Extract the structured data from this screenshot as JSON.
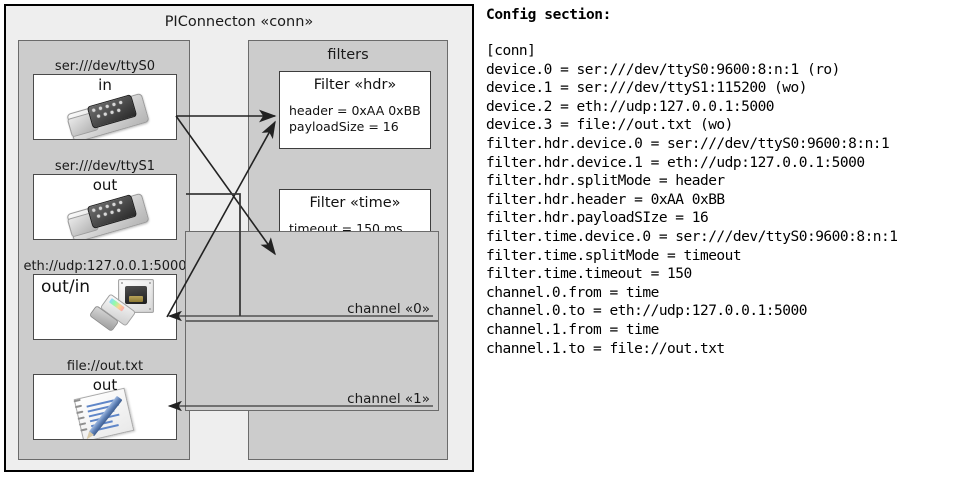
{
  "diagram": {
    "outer": {
      "title": "PIConnecton «conn»"
    },
    "devices_panel": {
      "groups": [
        {
          "label": "ser:///dev/ttyS0",
          "io": "in",
          "icon": "serial-db9-icon"
        },
        {
          "label": "ser:///dev/ttyS1",
          "io": "out",
          "icon": "serial-db9-icon"
        },
        {
          "label": "eth://udp:127.0.0.1:5000",
          "io": "out/in",
          "icon": "ethernet-rj45-icon"
        },
        {
          "label": "file://out.txt",
          "io": "out",
          "icon": "notepad-pencil-icon"
        }
      ]
    },
    "filters_panel": {
      "title": "filters",
      "filters": [
        {
          "title": "Filter «hdr»",
          "props": [
            "header = 0xAA 0xBB",
            "payloadSize = 16"
          ]
        },
        {
          "title": "Filter «time»",
          "props": [
            "timeout = 150 ms"
          ]
        }
      ],
      "channels": [
        {
          "label": "channel «0»"
        },
        {
          "label": "channel «1»"
        }
      ]
    }
  },
  "config": {
    "header": "Config section:",
    "lines": [
      "[conn]",
      "device.0 = ser:///dev/ttyS0:9600:8:n:1 (ro)",
      "device.1 = ser:///dev/ttyS1:115200 (wo)",
      "device.2 = eth://udp:127.0.0.1:5000",
      "device.3 = file://out.txt (wo)",
      "filter.hdr.device.0 = ser:///dev/ttyS0:9600:8:n:1",
      "filter.hdr.device.1 = eth://udp:127.0.0.1:5000",
      "filter.hdr.splitMode = header",
      "filter.hdr.header = 0xAA 0xBB",
      "filter.hdr.payloadSIze = 16",
      "filter.time.device.0 = ser:///dev/ttyS0:9600:8:n:1",
      "filter.time.splitMode = timeout",
      "filter.time.timeout = 150",
      "channel.0.from = time",
      "channel.0.to = eth://udp:127.0.0.1:5000",
      "channel.1.from = time",
      "channel.1.to = file://out.txt"
    ]
  },
  "colors": {
    "page_bg": "#ffffff",
    "outer_bg": "#eeeeee",
    "panel_bg": "#cccccc",
    "box_bg": "#ffffff",
    "outer_border": "#000000",
    "panel_border": "#6b6b6b",
    "box_border": "#3d3d3d",
    "arrow": "#222222"
  }
}
